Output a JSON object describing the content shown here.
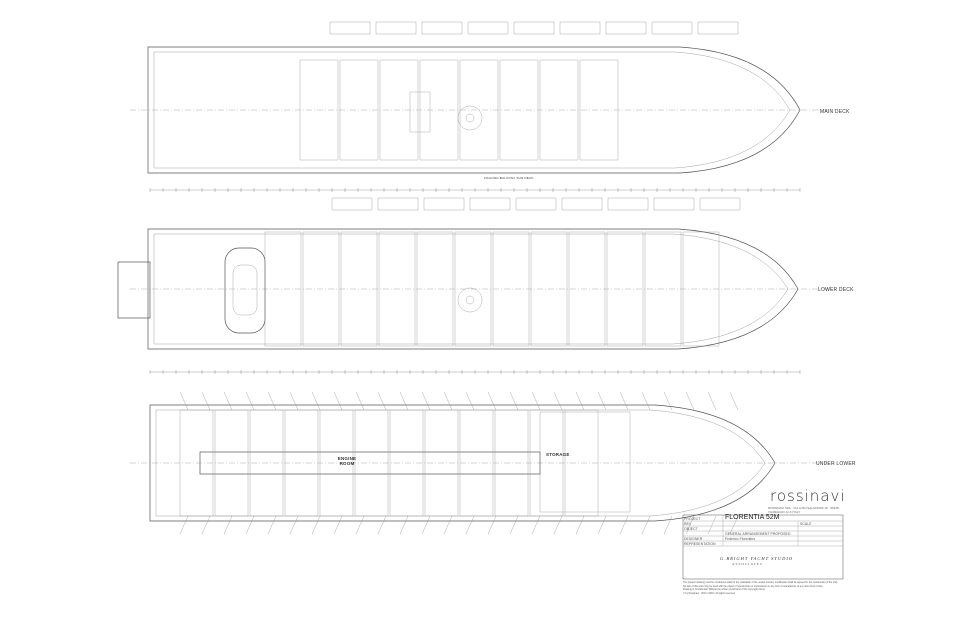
{
  "decks": {
    "main": {
      "label": "MAIN DECK"
    },
    "lower": {
      "label": "LOWER DECK"
    },
    "under": {
      "label": "UNDER LOWER"
    }
  },
  "rooms": {
    "engine": "ENGINE ROOM",
    "storage": "STORAGE",
    "main_label": "FOLDING BALCONY SUN DECK"
  },
  "brand": {
    "name": "rossinavi",
    "sub": "ROSSINAVI SPA · VIA LUIGI SALVATORI 16 - 56128 VIAREGGIO (LU) ITALY"
  },
  "title_block": {
    "project_label": "PROJECT",
    "project_name": "FLORENTIA 52M",
    "object_label": "OBJECT",
    "object_value": "GENERAL ARRANGEMENT PROPOSED",
    "rev_label": "REV",
    "scale_label": "SCALE",
    "designer_label": "DESIGNER",
    "representation_label": "REPRESENTATION",
    "designer_name": "Federico Fiorentino"
  },
  "designer_logo": {
    "line1": "G.BRIGHT YACHT STUDIO",
    "line2": "ASSOCIATES"
  },
  "disclaimer": [
    "The present drawing must be considered valid for the realization of the vessel and any modification shall be agreed for the construction of the ship.",
    "No part of this work may be used with the object of reproduction or transmission in any form of manufacture of any other kind of ship.",
    "Drawing is Confidential. Without the written permission of the copyright owner.",
    "© by Rossinavi · 2014 / 2016 / All rights reserved"
  ],
  "colors": {
    "line": "#555555",
    "fine": "#8a8a8a",
    "paper": "#ffffff"
  }
}
